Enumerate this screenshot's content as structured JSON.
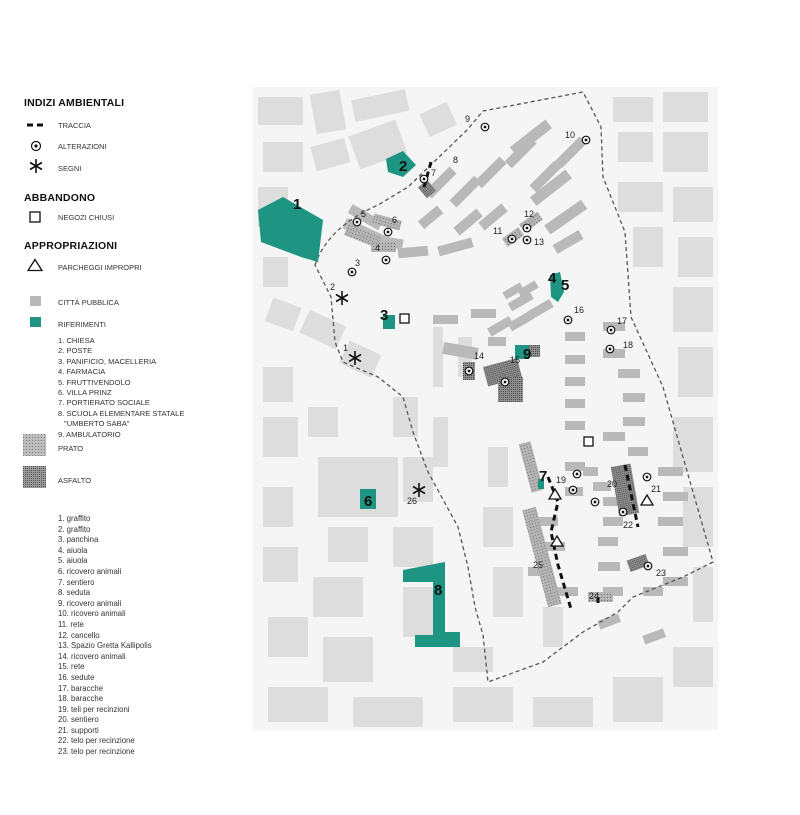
{
  "legend": {
    "indicators_title": "INDIZI AMBIENTALI",
    "traccia": "TRACCIA",
    "alterazioni": "ALTERAZIONI",
    "segni": "SEGNI",
    "abbandono_title": "ABBANDONO",
    "negozi_chiusi": "NEGOZI CHIUSI",
    "appropriazioni_title": "APPROPRIAZIONI",
    "parcheggi_impropri": "PARCHEGGI IMPROPRI",
    "citta_pubblica": "CITTÀ PUBBLICA",
    "riferimenti": "RIFERIMENTI",
    "prato": "PRATO",
    "asfalto": "ASFALTO",
    "colors": {
      "reference": "#1e9482",
      "public_city": "#b9b9b9",
      "building": "#dcdcdc",
      "background": "#f5f5f5"
    }
  },
  "references": [
    "1. CHIESA",
    "2. POSTE",
    "3. PANIFICIO, MACELLERIA",
    "4. FARMACIA",
    "5. FRUTTIVENDOLO",
    "6. VILLA PRINZ",
    "7. PORTIERATO SOCIALE",
    "8. SCUOLA ELEMENTARE STATALE",
    "\"UMBERTO SABA\"",
    "9. AMBULATORIO"
  ],
  "signs": [
    "1. graffito",
    "2. graffito",
    "3. panchina",
    "4. aiuola",
    "5. aiuola",
    "6. ricovero animali",
    "7. sentiero",
    "8. seduta",
    "9. ricovero animali",
    "10. ricovero animali",
    "11. rete",
    "12. cancello",
    "13. Spazio Gretta Kallipolis",
    "14. ricovero animali",
    "15. rete",
    "16. sedute",
    "17. baracche",
    "18. baracche",
    "19. teli per recinzioni",
    "20. sentiero",
    "21. supporti",
    "22. telo per recinzione",
    "23. telo per recinzione"
  ],
  "map": {
    "reference_labels": [
      "1",
      "2",
      "3",
      "4",
      "5",
      "6",
      "7",
      "8",
      "9"
    ],
    "point_labels": [
      "1",
      "2",
      "3",
      "4",
      "5",
      "6",
      "7",
      "8",
      "9",
      "10",
      "11",
      "12",
      "13",
      "14",
      "15",
      "16",
      "17",
      "18",
      "19",
      "20",
      "21",
      "22",
      "23",
      "24",
      "25",
      "26"
    ],
    "icons": {
      "alteration": "circled-dot-icon",
      "sign": "asterisk-icon",
      "closed_shop": "square-icon",
      "parking": "triangle-icon"
    }
  }
}
